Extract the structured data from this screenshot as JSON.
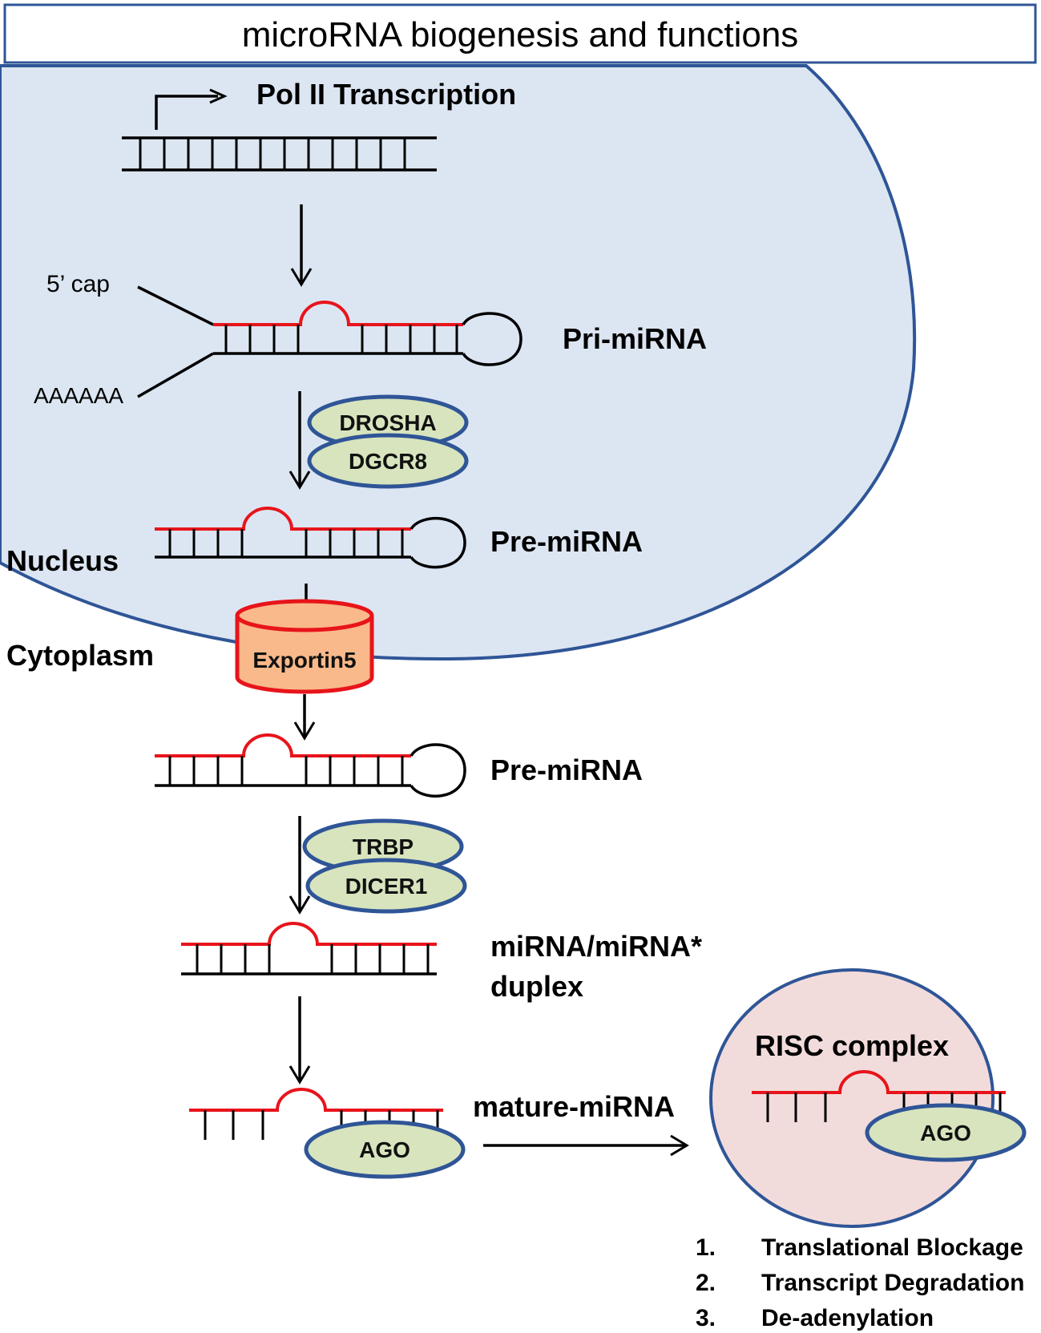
{
  "title": "microRNA biogenesis and functions",
  "labels": {
    "pol2": "Pol II Transcription",
    "cap": "5’ cap",
    "polya": "AAAAAA",
    "pri": "Pri-miRNA",
    "pre1": "Pre-miRNA",
    "pre2": "Pre-miRNA",
    "nucleus": "Nucleus",
    "cytoplasm": "Cytoplasm",
    "duplex_line1": "miRNA/miRNA*",
    "duplex_line2": "duplex",
    "mature": "mature-miRNA",
    "risc": "RISC complex"
  },
  "proteins": {
    "drosha": "DROSHA",
    "dgcr8": "DGCR8",
    "exportin": "Exportin5",
    "trbp": "TRBP",
    "dicer": "DICER1",
    "ago1": "AGO",
    "ago2": "AGO"
  },
  "functions": [
    {
      "num": "1.",
      "text": "Translational Blockage"
    },
    {
      "num": "2.",
      "text": "Transcript Degradation"
    },
    {
      "num": "3.",
      "text": "De-adenylation"
    }
  ],
  "colors": {
    "nucleus_fill": "#dce6f2",
    "nucleus_stroke": "#2f5597",
    "rna": "#e8141b",
    "protein_fill": "#d7e4bd",
    "protein_stroke": "#2f5597",
    "exportin_fill": "#f9b98a",
    "risc_fill": "#f2dcdb"
  }
}
